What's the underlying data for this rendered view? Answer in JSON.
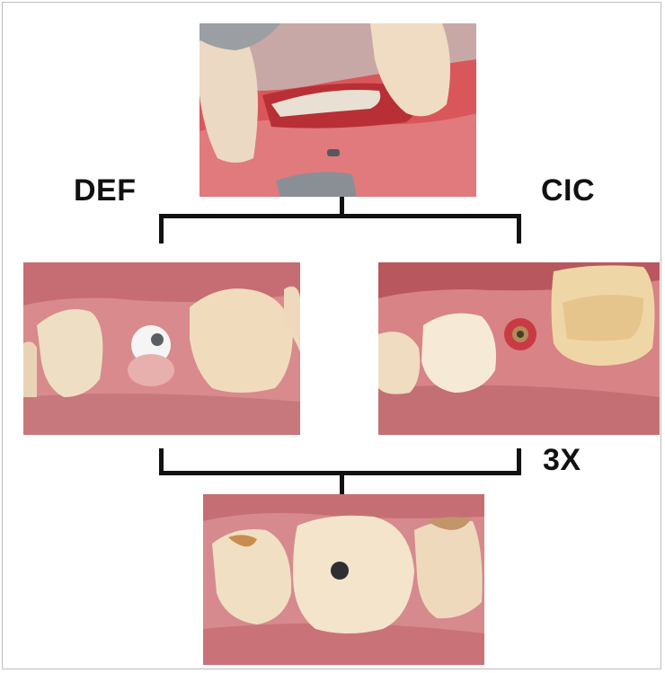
{
  "labels": {
    "left": "DEF",
    "right": "CIC",
    "bottom": "3X"
  },
  "photos": {
    "top": "surgical-site-photo",
    "left": "def-healing-abutment-photo",
    "right": "cic-implant-photo",
    "bottom": "final-crown-photo"
  }
}
